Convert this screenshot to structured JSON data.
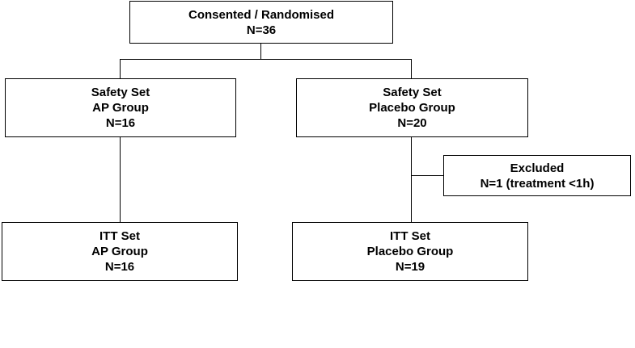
{
  "diagram": {
    "top": {
      "line1": "Consented / Randomised",
      "line2": "N=36"
    },
    "safety_ap": {
      "line1": "Safety Set",
      "line2": "AP Group",
      "line3": "N=16"
    },
    "safety_placebo": {
      "line1": "Safety Set",
      "line2": "Placebo Group",
      "line3": "N=20"
    },
    "excluded": {
      "line1": "Excluded",
      "line2": "N=1 (treatment <1h)"
    },
    "itt_ap": {
      "line1": "ITT Set",
      "line2": "AP Group",
      "line3": "N=16"
    },
    "itt_placebo": {
      "line1": "ITT Set",
      "line2": "Placebo Group",
      "line3": "N=19"
    }
  }
}
